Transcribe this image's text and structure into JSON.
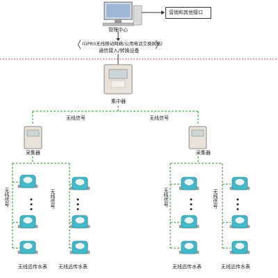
{
  "top": {
    "center_label": "管理中心",
    "interface_label": "营销和其他接口"
  },
  "network": {
    "line1": "(GPRS无线移动网络/公用电话交换网络)",
    "line2": "通信接入/转换设备"
  },
  "concentrator": {
    "label": "集中器"
  },
  "wireless_labels": [
    "无线信号",
    "无线信号"
  ],
  "collectors": [
    {
      "label": "采集器"
    },
    {
      "label": "采集器"
    }
  ],
  "meter_groups": [
    {
      "vertical_labels": [
        "无线信号",
        "无线信号"
      ],
      "bottom_labels": [
        "无线远传水表",
        "无线远传水表"
      ]
    },
    {
      "vertical_labels": [
        "无线信号",
        "无线信号"
      ],
      "bottom_labels": [
        "无线远传水表",
        "无线远传水表"
      ]
    }
  ],
  "colors": {
    "green_dashed": "#2e8b2e",
    "red_dashed": "#d04a7a",
    "meter_teal": "#43b9c9",
    "device_body": "#e8e2da"
  }
}
